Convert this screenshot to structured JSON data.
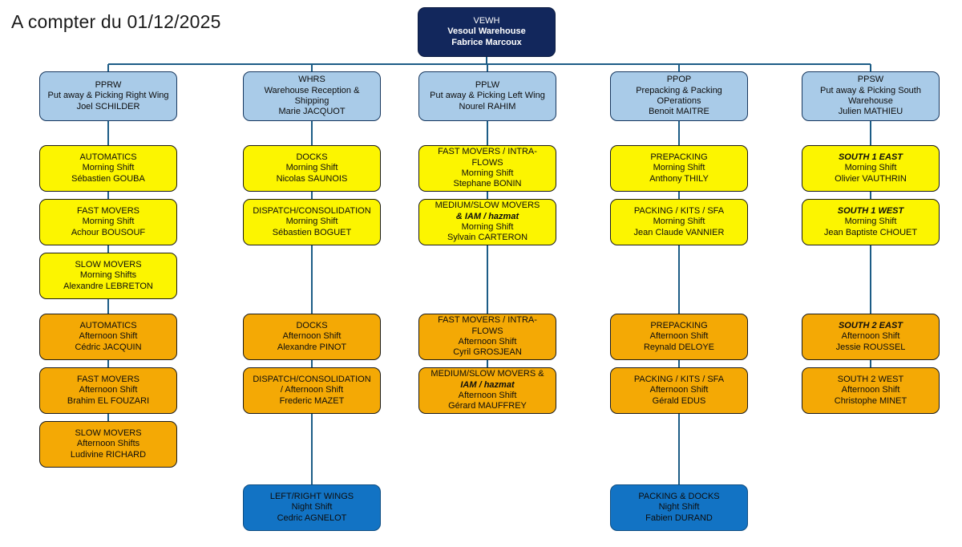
{
  "title": "A compter du 01/12/2025",
  "colors": {
    "root_bg": "#12275c",
    "level2_bg": "#a9cbe8",
    "morning_bg": "#fcf500",
    "afternoon_bg": "#f4a905",
    "night_bg": "#1273c4",
    "connector": "#1c5c86",
    "border_dark": "#17375e"
  },
  "root": {
    "code": "VEWH",
    "dept": "Vesoul Warehouse",
    "manager": "Fabrice Marcoux"
  },
  "columns": [
    {
      "head": {
        "code": "PPRW",
        "dept": "Put away & Picking Right Wing",
        "manager": "Joel SCHILDER"
      },
      "children": [
        {
          "shift_group": "morning",
          "title": "AUTOMATICS",
          "title_italic": false,
          "subtitle": "",
          "subtitle_italic": false,
          "shift": "Morning Shift",
          "manager": "Sébastien GOUBA"
        },
        {
          "shift_group": "morning",
          "title": "FAST MOVERS",
          "title_italic": false,
          "subtitle": "",
          "subtitle_italic": false,
          "shift": "Morning Shift",
          "manager": "Achour BOUSOUF"
        },
        {
          "shift_group": "morning",
          "title": "SLOW MOVERS",
          "title_italic": false,
          "subtitle": "",
          "subtitle_italic": false,
          "shift": "Morning Shifts",
          "manager": "Alexandre LEBRETON"
        },
        {
          "shift_group": "afternoon",
          "title": "AUTOMATICS",
          "title_italic": false,
          "subtitle": "",
          "subtitle_italic": false,
          "shift": "Afternoon Shift",
          "manager": "Cédric JACQUIN"
        },
        {
          "shift_group": "afternoon",
          "title": "FAST MOVERS",
          "title_italic": false,
          "subtitle": "",
          "subtitle_italic": false,
          "shift": "Afternoon Shift",
          "manager": "Brahim EL FOUZARI"
        },
        {
          "shift_group": "afternoon",
          "title": "SLOW MOVERS",
          "title_italic": false,
          "subtitle": "",
          "subtitle_italic": false,
          "shift": "Afternoon Shifts",
          "manager": "Ludivine RICHARD"
        }
      ]
    },
    {
      "head": {
        "code": "WHRS",
        "dept": "Warehouse Reception & Shipping",
        "manager": "Marie JACQUOT"
      },
      "children": [
        {
          "shift_group": "morning",
          "title": "DOCKS",
          "title_italic": false,
          "subtitle": "",
          "subtitle_italic": false,
          "shift": "Morning Shift",
          "manager": "Nicolas SAUNOIS"
        },
        {
          "shift_group": "morning",
          "title": "DISPATCH/CONSOLIDATION",
          "title_italic": false,
          "subtitle": "",
          "subtitle_italic": false,
          "shift": "Morning Shift",
          "manager": "Sébastien BOGUET"
        },
        {
          "shift_group": "afternoon",
          "title": "DOCKS",
          "title_italic": false,
          "subtitle": "",
          "subtitle_italic": false,
          "shift": "Afternoon Shift",
          "manager": "Alexandre PINOT"
        },
        {
          "shift_group": "afternoon",
          "title": "DISPATCH/CONSOLIDATION",
          "title_italic": false,
          "subtitle": "",
          "subtitle_italic": false,
          "shift": "/ Afternoon Shift",
          "manager": "Frederic MAZET"
        },
        {
          "shift_group": "night",
          "title": "LEFT/RIGHT WINGS",
          "title_italic": false,
          "subtitle": "",
          "subtitle_italic": false,
          "shift": "Night Shift",
          "manager": "Cedric AGNELOT"
        }
      ]
    },
    {
      "head": {
        "code": "PPLW",
        "dept": "Put away & Picking Left Wing",
        "manager": "Nourel RAHIM"
      },
      "children": [
        {
          "shift_group": "morning",
          "title": "FAST MOVERS / INTRA-FLOWS",
          "title_italic": false,
          "subtitle": "",
          "subtitle_italic": false,
          "shift": "Morning Shift",
          "manager": "Stephane BONIN"
        },
        {
          "shift_group": "morning",
          "title": "MEDIUM/SLOW MOVERS",
          "title_italic": false,
          "subtitle": "& IAM / hazmat",
          "subtitle_italic": true,
          "shift": "Morning Shift",
          "manager": "Sylvain CARTERON"
        },
        {
          "shift_group": "afternoon",
          "title": "FAST MOVERS / INTRA-FLOWS",
          "title_italic": false,
          "subtitle": "",
          "subtitle_italic": false,
          "shift": "Afternoon Shift",
          "manager": "Cyril GROSJEAN"
        },
        {
          "shift_group": "afternoon",
          "title": "MEDIUM/SLOW MOVERS &",
          "title_italic": false,
          "subtitle": "IAM /  hazmat",
          "subtitle_italic": true,
          "shift": "Afternoon Shift",
          "manager": "Gérard MAUFFREY"
        }
      ]
    },
    {
      "head": {
        "code": "PPOP",
        "dept": "Prepacking & Packing OPerations",
        "manager": "Benoit MAITRE"
      },
      "children": [
        {
          "shift_group": "morning",
          "title": "PREPACKING",
          "title_italic": false,
          "subtitle": "",
          "subtitle_italic": false,
          "shift": "Morning Shift",
          "manager": "Anthony THILY"
        },
        {
          "shift_group": "morning",
          "title": "PACKING / KITS / SFA",
          "title_italic": false,
          "subtitle": "",
          "subtitle_italic": false,
          "shift": "Morning Shift",
          "manager": "Jean Claude VANNIER"
        },
        {
          "shift_group": "afternoon",
          "title": "PREPACKING",
          "title_italic": false,
          "subtitle": "",
          "subtitle_italic": false,
          "shift": "Afternoon Shift",
          "manager": "Reynald DELOYE"
        },
        {
          "shift_group": "afternoon",
          "title": "PACKING / KITS / SFA",
          "title_italic": false,
          "subtitle": "",
          "subtitle_italic": false,
          "shift": "Afternoon Shift",
          "manager": "Gérald EDUS"
        },
        {
          "shift_group": "night",
          "title": "PACKING & DOCKS",
          "title_italic": false,
          "subtitle": "",
          "subtitle_italic": false,
          "shift": "Night Shift",
          "manager": "Fabien DURAND"
        }
      ]
    },
    {
      "head": {
        "code": "PPSW",
        "dept": "Put away & Picking South Warehouse",
        "manager": "Julien MATHIEU"
      },
      "children": [
        {
          "shift_group": "morning",
          "title": "SOUTH 1 EAST",
          "title_italic": true,
          "subtitle": "",
          "subtitle_italic": false,
          "shift": "Morning Shift",
          "manager": "Olivier VAUTHRIN"
        },
        {
          "shift_group": "morning",
          "title": "SOUTH 1 WEST",
          "title_italic": true,
          "subtitle": "",
          "subtitle_italic": false,
          "shift": "Morning Shift",
          "manager": "Jean Baptiste CHOUET"
        },
        {
          "shift_group": "afternoon",
          "title": "SOUTH 2 EAST",
          "title_italic": true,
          "subtitle": "",
          "subtitle_italic": false,
          "shift": "Afternoon Shift",
          "manager": "Jessie ROUSSEL"
        },
        {
          "shift_group": "afternoon",
          "title": "SOUTH 2 WEST",
          "title_italic": false,
          "subtitle": "",
          "subtitle_italic": false,
          "shift": "Afternoon Shift",
          "manager": "Christophe MINET"
        }
      ]
    }
  ]
}
